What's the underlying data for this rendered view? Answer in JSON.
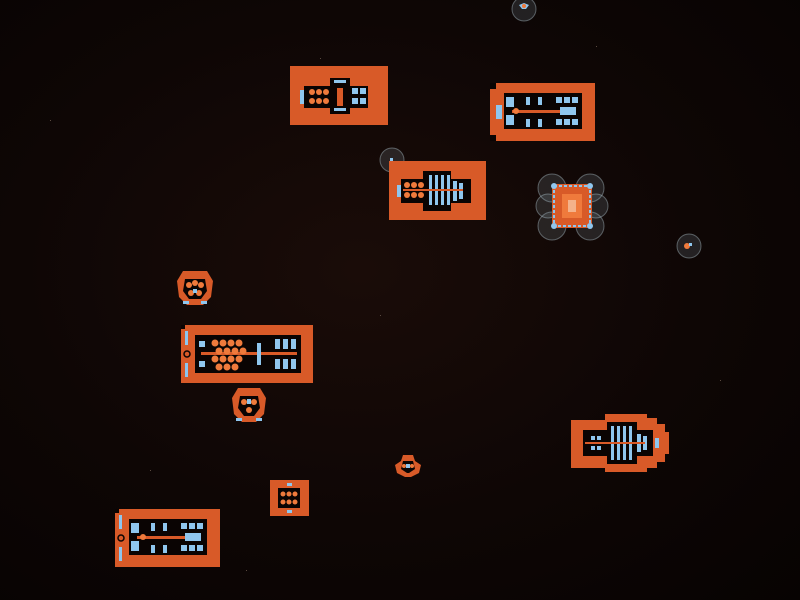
{
  "scene": {
    "background_color": "#0e0605",
    "hull_color": "#d85a28",
    "accent_color": "#8fc6ee"
  },
  "entities": {
    "frigate_top": {
      "kind": "frigate",
      "icon": "ship-icon"
    },
    "cruiser_top_right": {
      "kind": "cruiser",
      "icon": "ship-icon"
    },
    "cruiser_center": {
      "kind": "cruiser",
      "icon": "ship-icon"
    },
    "station_shielded": {
      "kind": "station",
      "icon": "station-icon"
    },
    "drone_small_left": {
      "kind": "drone",
      "icon": "drone-icon"
    },
    "battleship_left": {
      "kind": "battleship",
      "icon": "ship-icon"
    },
    "drone_small_left_2": {
      "kind": "drone",
      "icon": "drone-icon"
    },
    "carrier_right": {
      "kind": "carrier",
      "icon": "ship-icon"
    },
    "fighter_small": {
      "kind": "fighter",
      "icon": "fighter-icon"
    },
    "pod_small": {
      "kind": "pod",
      "icon": "pod-icon"
    },
    "cruiser_bottom_left": {
      "kind": "cruiser",
      "icon": "ship-icon"
    },
    "shield_orb_top": {
      "kind": "shield-orb",
      "icon": "orb-icon"
    },
    "shield_orb_mid": {
      "kind": "shield-orb",
      "icon": "orb-icon"
    },
    "shield_orb_right": {
      "kind": "shield-orb",
      "icon": "orb-icon"
    }
  }
}
